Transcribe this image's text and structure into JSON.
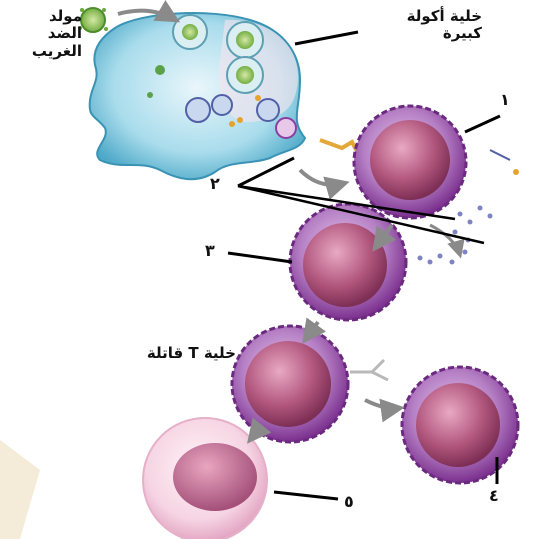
{
  "labels": {
    "antigen_line1": "مولد",
    "antigen_line2": "الضد",
    "antigen_line3": "الغريب",
    "macrophage_line1": "خلية أكولة",
    "macrophage_line2": "كبيرة",
    "killer_t": "خلية T قاتلة"
  },
  "numbers": {
    "n1": "١",
    "n2": "٢",
    "n3": "٣",
    "n4": "٤",
    "n5": "٥"
  },
  "colors": {
    "macrophage": "#6fc3dc",
    "lymphocyte_outer": "#8e3fa0",
    "lymphocyte_nucleus": "#b0577e",
    "pale_cell": "#f3c9dc",
    "arrow": "#8a8a8a"
  }
}
